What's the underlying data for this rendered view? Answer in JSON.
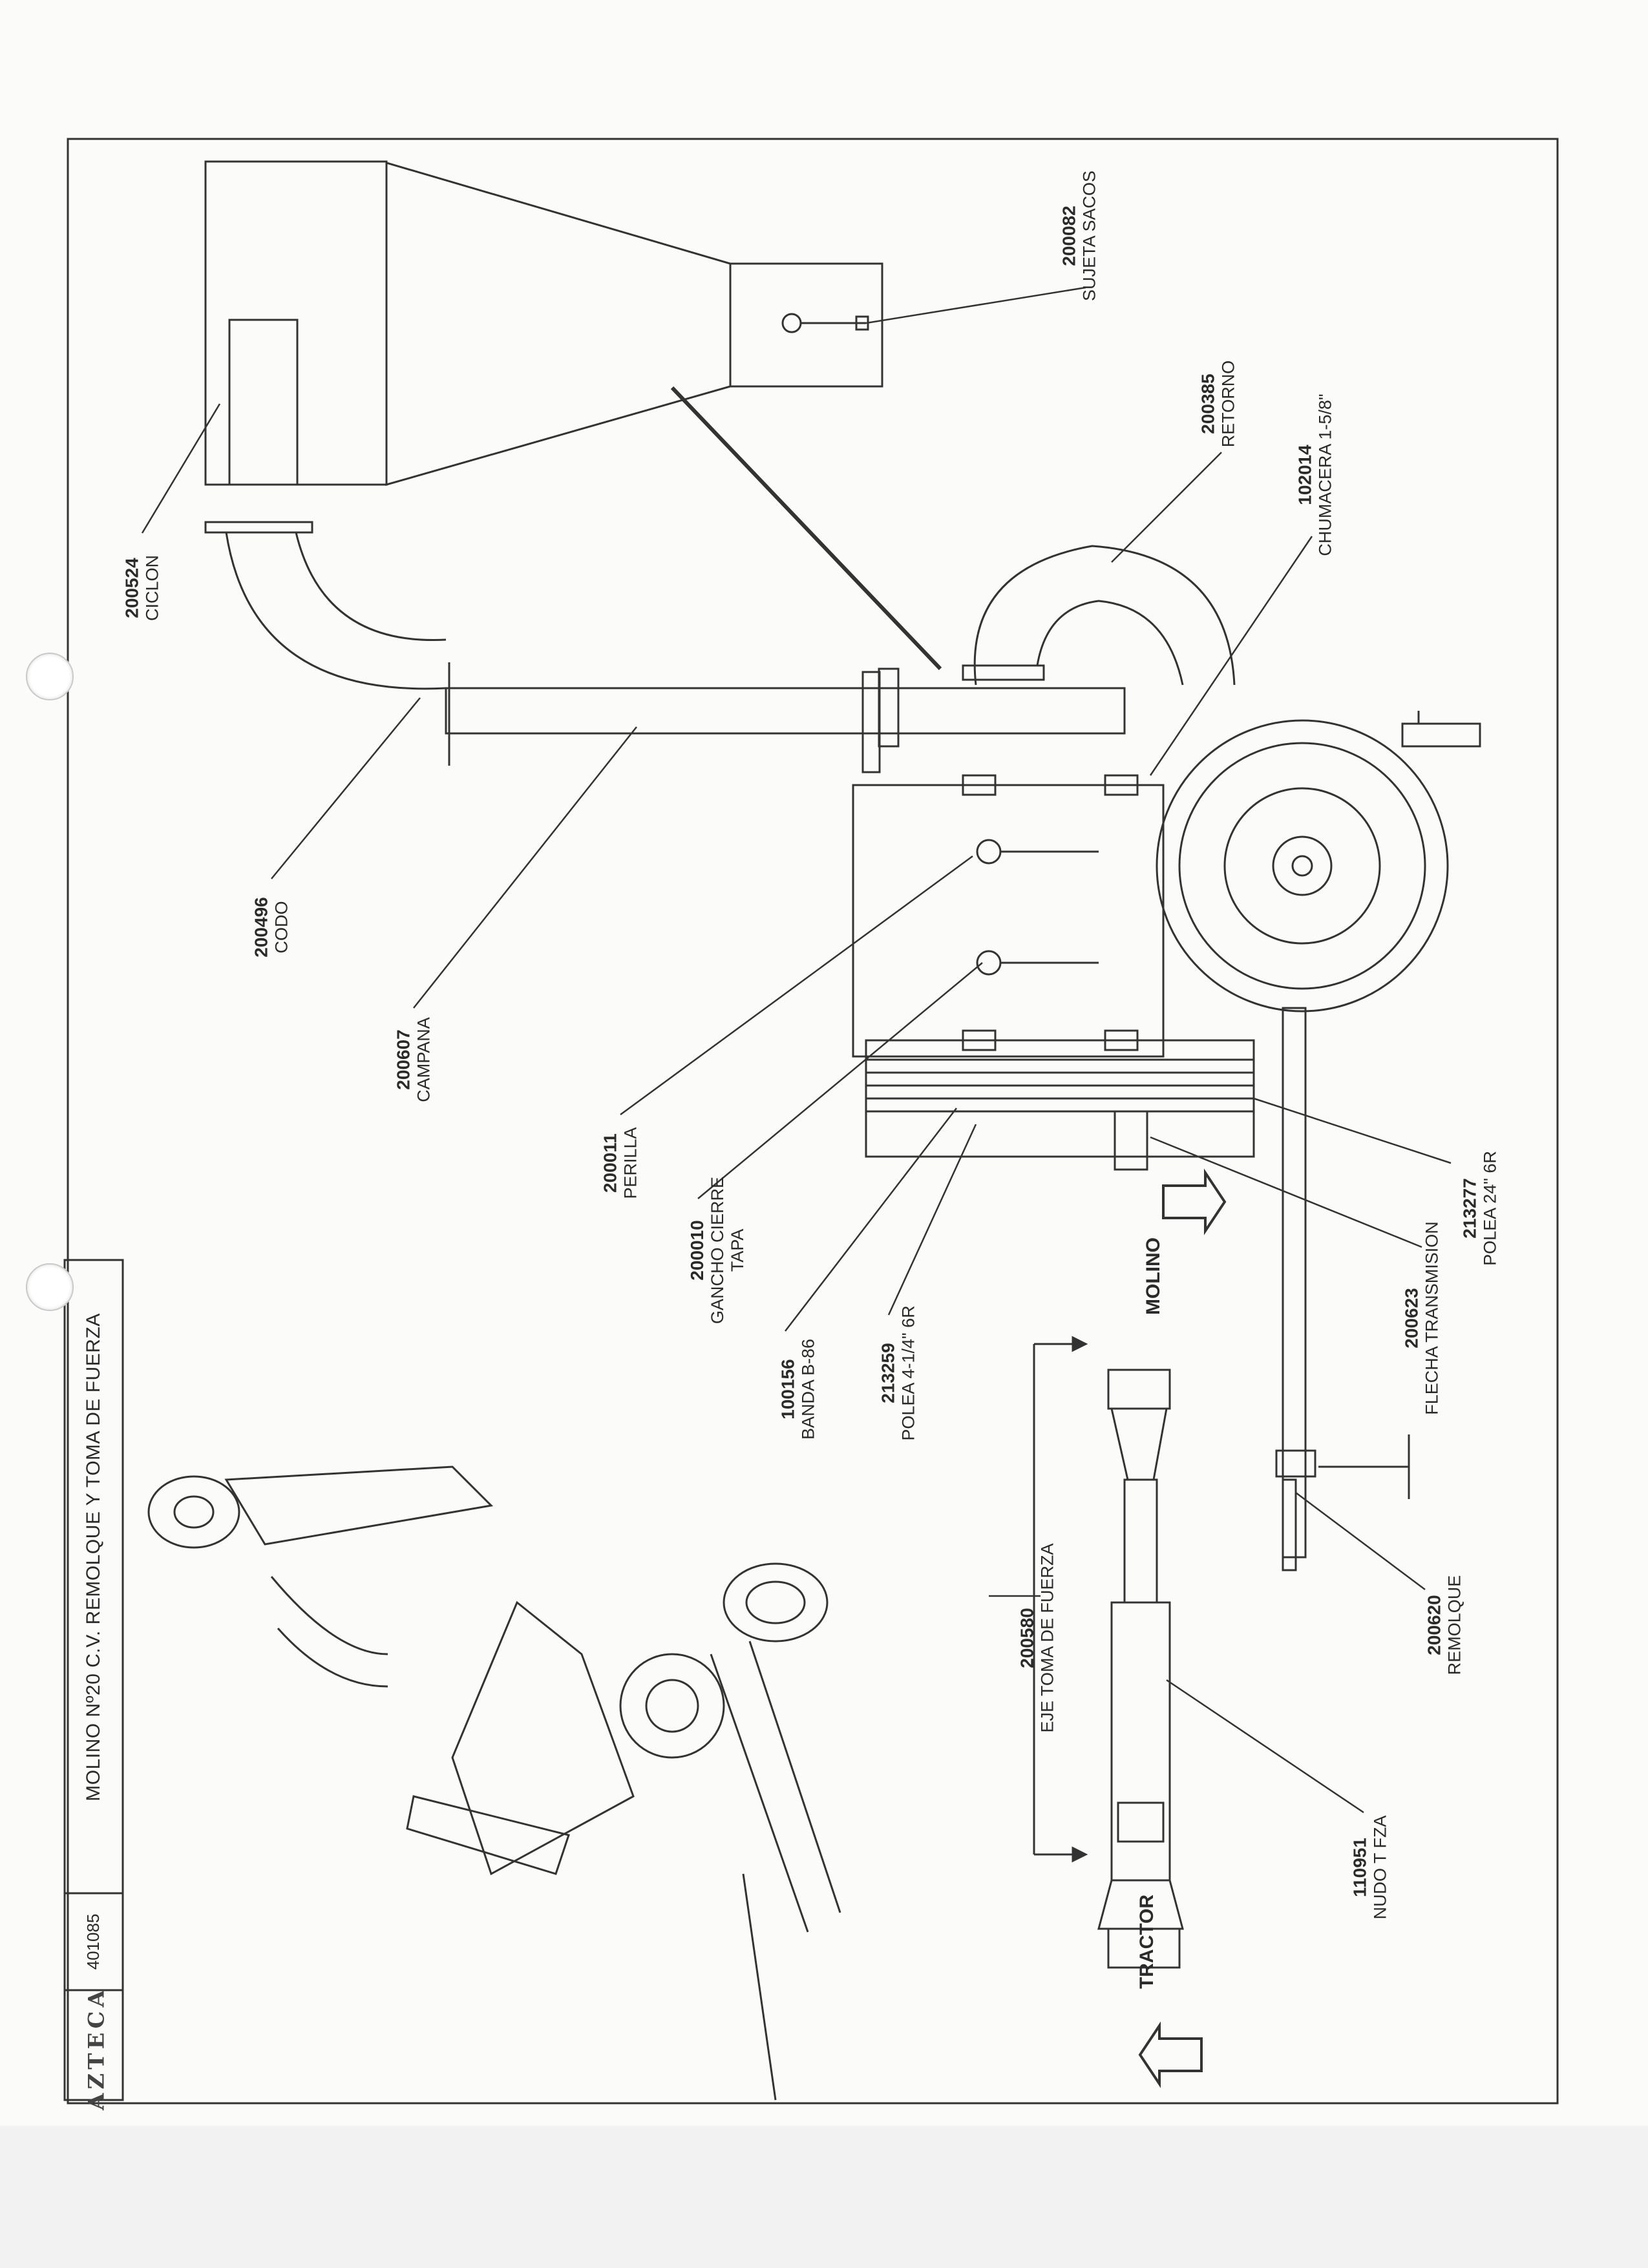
{
  "header": {
    "brand": "AZTECA",
    "doc_number": "401085",
    "title": "MOLINO Nº20 C.V.  REMOLQUE Y TOMA DE FUERZA"
  },
  "direction_labels": {
    "tractor": "TRACTOR",
    "molino": "MOLINO"
  },
  "parts": [
    {
      "code": "200524",
      "name": "CICLON"
    },
    {
      "code": "200082",
      "name": "SUJETA SACOS"
    },
    {
      "code": "200385",
      "name": "RETORNO"
    },
    {
      "code": "102014",
      "name": "CHUMACERA 1-5/8\""
    },
    {
      "code": "200496",
      "name": "CODO"
    },
    {
      "code": "200607",
      "name": "CAMPANA"
    },
    {
      "code": "200011",
      "name": "PERILLA"
    },
    {
      "code": "200010",
      "name": "GANCHO CIERRE",
      "name2": "TAPA"
    },
    {
      "code": "100156",
      "name": "BANDA B-86"
    },
    {
      "code": "213259",
      "name": "POLEA 4-1/4\" 6R"
    },
    {
      "code": "213277",
      "name": "POLEA 24\" 6R"
    },
    {
      "code": "200623",
      "name": "FLECHA TRANSMISION"
    },
    {
      "code": "200580",
      "name": "EJE TOMA DE FUERZA"
    },
    {
      "code": "200620",
      "name": "REMOLQUE"
    },
    {
      "code": "110951",
      "name": "NUDO T FZA"
    }
  ]
}
